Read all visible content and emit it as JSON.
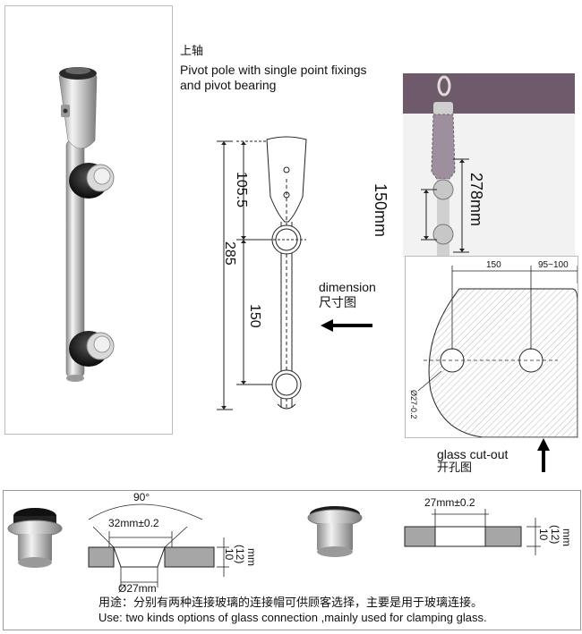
{
  "header": {
    "title_cn": "上轴",
    "title_en_line1": "Pivot pole with single point fixings",
    "title_en_line2": "and pivot bearing"
  },
  "dimension_drawing": {
    "dim_105": "105.5",
    "dim_285": "285",
    "dim_150": "150"
  },
  "dimension_label": {
    "en": "dimension",
    "cn": "尺寸图"
  },
  "install_photo": {
    "dim_150mm": "150mm",
    "dim_278mm": "278mm"
  },
  "cutout": {
    "dim_150": "150",
    "dim_95_100": "95~100",
    "hole_dia": "Ø27-0.2"
  },
  "cutout_label": {
    "en": "glass cut-out",
    "cn": "开孔图"
  },
  "bottom": {
    "left": {
      "angle": "90°",
      "top_dim": "32mm±0.2",
      "bottom_dim": "Ø27mm",
      "thickness": "10",
      "thickness_alt": "(12)",
      "unit": "mm"
    },
    "right": {
      "top_dim": "27mm±0.2",
      "thickness": "10",
      "thickness_alt": "(12)",
      "unit": "mm"
    },
    "usage_cn": "用途：分别有两种连接玻璃的连接帽可供顾客选择，主要是用于玻璃连接。",
    "usage_en": "Use: two kinds options of glass connection ,mainly used for clamping glass."
  },
  "colors": {
    "band": "#6f5a6b",
    "glass_gray": "#a6a6a6",
    "steel": "#c8c8c8"
  }
}
